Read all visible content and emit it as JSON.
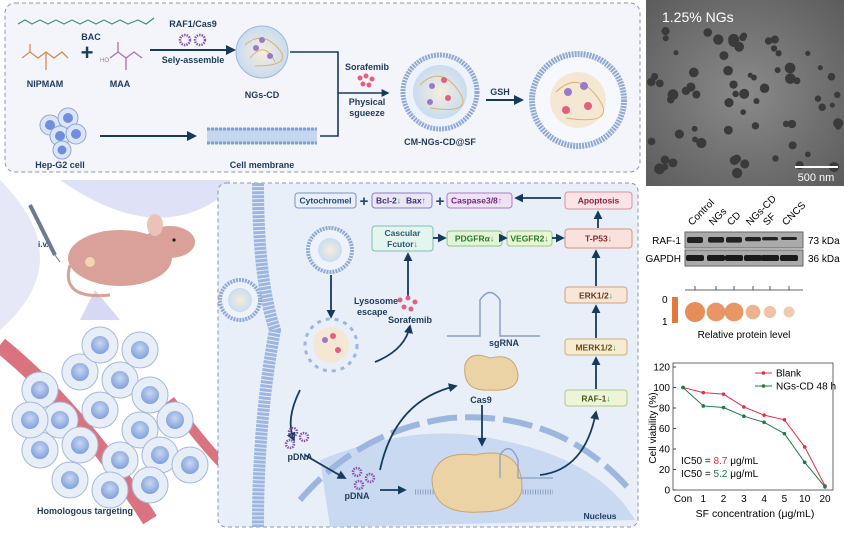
{
  "synthesis": {
    "bac": "BAC",
    "nipmam": "NIPMAM",
    "maa": "MAA",
    "ho": "HO",
    "raf1_cas9": "RAF1/Cas9",
    "self_assemble": "Sely-assemble",
    "ngs_cd": "NGs-CD",
    "hepg2": "Hep-G2 cell",
    "cell_membrane": "Cell membrane",
    "sorafenib": "Sorafemib",
    "physical": "Physical",
    "squeeze": "sgueeze",
    "cm_ngs": "CM-NGs-CD@SF",
    "gsh": "GSH"
  },
  "in_vivo": {
    "iv": "i.v.",
    "homologous": "Homologous targeting"
  },
  "mechanism": {
    "cytochrome": "Cytochromel",
    "bcl2": "Bcl-2",
    "bax": "Bax",
    "caspase": "Caspase3/8",
    "apoptosis": "Apoptosis",
    "cascular_1": "Cascular",
    "cascular_2": "Fcutor",
    "pdgfr": "PDGFRα",
    "vegfr2": "VEGFR2",
    "tp53": "T-P53",
    "erk": "ERK1/2",
    "merk": "MERK1/2",
    "raf1": "RAF-1",
    "lysosome_1": "Lysosome",
    "lysosome_2": "escape",
    "sorafenib": "Sorafemib",
    "sgrna": "sgRNA",
    "cas9": "Cas9",
    "pdna": "pDNA",
    "nucleus": "Nucleus",
    "plus": "+",
    "down": "↓",
    "up": "↑",
    "colors": {
      "down": "#1f9a3a",
      "up": "#d0304a"
    }
  },
  "sem": {
    "title": "1.25% NGs",
    "scale": "500 nm"
  },
  "western_blot": {
    "lanes": [
      "Control",
      "NGs",
      "CD",
      "NGs-CD",
      "SF",
      "CNCS"
    ],
    "rows": [
      {
        "protein": "RAF-1",
        "size": "73 kDa"
      },
      {
        "protein": "GAPDH",
        "size": "36 kDa"
      }
    ],
    "relative_level": [
      1.0,
      0.9,
      0.9,
      0.55,
      0.35,
      0.25
    ],
    "scale_min": "0",
    "scale_max": "1",
    "caption": "Relative protein level",
    "color": "#e07a3c"
  },
  "chart_data": {
    "type": "line",
    "categories": [
      "Con",
      "1",
      "2",
      "3",
      "4",
      "5",
      "10",
      "20"
    ],
    "series": [
      {
        "name": "Blank",
        "color": "#e0304a",
        "values": [
          100,
          95,
          93.5,
          81,
          73,
          68.5,
          42,
          4
        ]
      },
      {
        "name": "NGs-CD 48 h",
        "color": "#1e7a44",
        "values": [
          100,
          82,
          80.5,
          72,
          66,
          55,
          27,
          3
        ]
      }
    ],
    "xlabel": "SF concentration (μg/mL)",
    "ylabel": "Cell viability (%)",
    "ylim": [
      0,
      120
    ],
    "yticks": [
      0,
      20,
      40,
      60,
      80,
      100,
      120
    ],
    "legend": "top-right",
    "annotations": [
      {
        "prefix": "IC50 = ",
        "value": "8.7",
        "unit": " μg/mL",
        "color": "#e0304a"
      },
      {
        "prefix": "IC50 = ",
        "value": "5.2",
        "unit": " μg/mL",
        "color": "#1e7a44"
      }
    ]
  }
}
